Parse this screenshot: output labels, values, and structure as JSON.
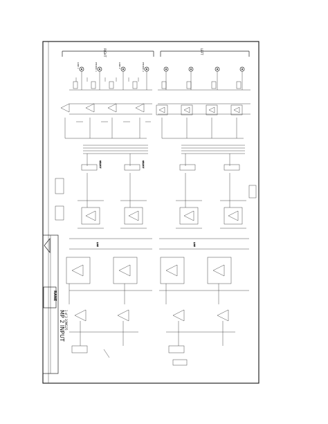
{
  "sheet": {
    "title_line1": "MP 2 INPUT",
    "title_line2": "1 of 3  10MG25",
    "brand": "RANE",
    "top_label_right": "RIGHT",
    "top_label_left": "LEFT",
    "bottom_labels": [
      "LOW",
      "LOW"
    ],
    "input_labels": [
      "LINE 1",
      "PHONO 1",
      "LINE 2",
      "PHONO 2"
    ]
  },
  "colors": {
    "ink": "#111111",
    "paper": "#ffffff"
  }
}
